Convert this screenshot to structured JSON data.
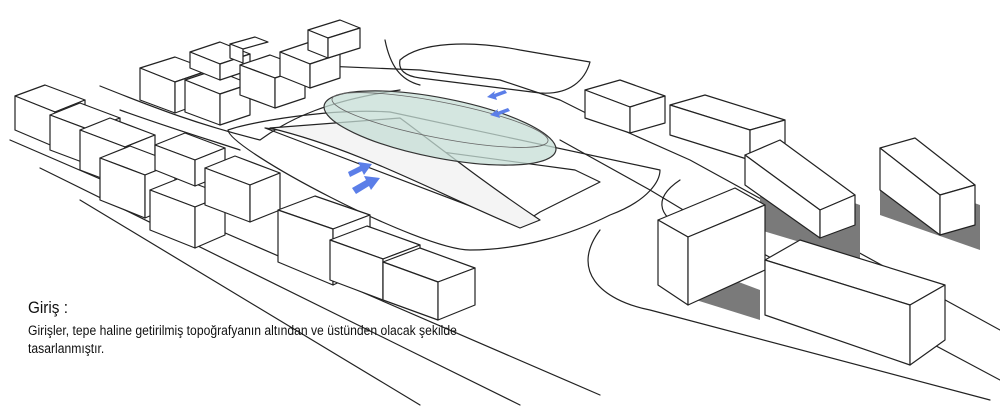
{
  "caption": {
    "title": "Giriş :",
    "body_line1": "Girişler, tepe haline getirilmiş topoğrafyanın altından ve üstünden olacak şekilde",
    "body_line2": "tasarlanmıştır."
  },
  "colors": {
    "background": "#ffffff",
    "line": "#222222",
    "shadow": "#7a7a7a",
    "canopy": "#c6ddd6",
    "arrow": "#5b7ee8"
  }
}
